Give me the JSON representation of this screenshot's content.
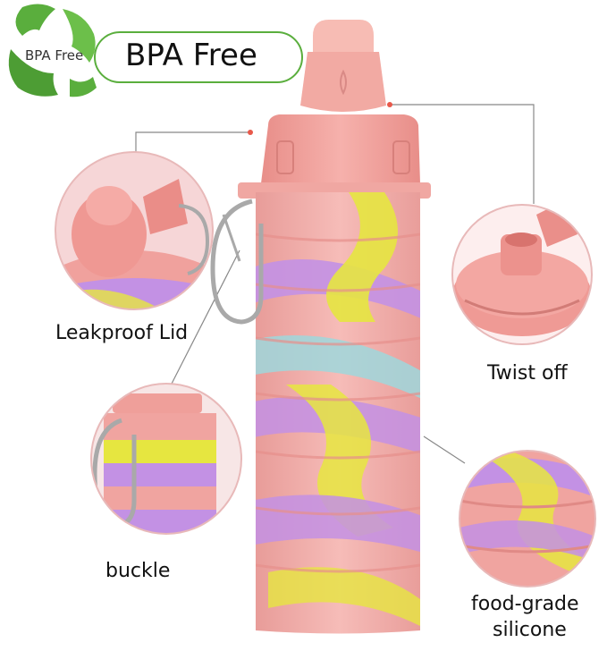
{
  "badge": {
    "logo_text": "BPA Free",
    "title": "BPA Free",
    "leaf_color": "#5aae3d",
    "border_color": "#5aae3d"
  },
  "callouts": {
    "lid_label": "Leakproof Lid",
    "twist_label": "Twist off",
    "buckle_label": "buckle",
    "silicone_label_line1": "food-grade",
    "silicone_label_line2": "silicone"
  },
  "colors": {
    "bottle_pink": "#f0a3a0",
    "lid_pink": "#f2a39f",
    "swirl_purple": "#c48fe6",
    "swirl_yellow": "#e7ea3f",
    "swirl_teal": "#9fd8dc",
    "callout_line": "#888888"
  }
}
